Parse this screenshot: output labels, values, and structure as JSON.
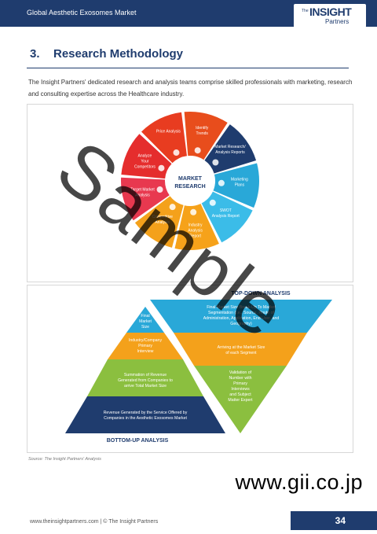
{
  "header": {
    "title": "Global Aesthetic Exosomes Market"
  },
  "logo": {
    "the": "The",
    "insight": "INSIGHT",
    "partners": "Partners"
  },
  "section": {
    "number": "3.",
    "title": "Research Methodology"
  },
  "intro": "The Insight Partners' dedicated research and analysis teams comprise skilled professionals with marketing, research and consulting expertise across the Healthcare industry.",
  "wheel": {
    "center_line1": "MARKET",
    "center_line2": "RESEARCH",
    "segments": [
      {
        "l1": "Identify",
        "l2": "Trends",
        "l3": "",
        "color": "#e84d1c"
      },
      {
        "l1": "Market Research/",
        "l2": "Analysis Reports",
        "l3": "",
        "color": "#1f3c6e"
      },
      {
        "l1": "Marketing",
        "l2": "Plans",
        "l3": "",
        "color": "#29a8d8"
      },
      {
        "l1": "SWOT",
        "l2": "Analysis Report",
        "l3": "",
        "color": "#3bbce8"
      },
      {
        "l1": "Industry",
        "l2": "Analysis",
        "l3": "Report",
        "color": "#f6a21a"
      },
      {
        "l1": "Competitive",
        "l2": "Analysis",
        "l3": "",
        "color": "#f4a11b"
      },
      {
        "l1": "Target Market",
        "l2": "Analysis",
        "l3": "",
        "color": "#e8384f"
      },
      {
        "l1": "Analyze",
        "l2": "Your",
        "l3": "Competitors",
        "color": "#e52d2d"
      },
      {
        "l1": "Price Analysis",
        "l2": "",
        "l3": "",
        "color": "#e83c20"
      }
    ]
  },
  "pyramid": {
    "top_down_label": "TOP-DOWN ANALYSIS",
    "bottom_up_label": "BOTTOM-UP ANALYSIS",
    "left": [
      {
        "l1": "Final",
        "l2": "Market",
        "l3": "Size"
      },
      {
        "l1": "Industry/Company",
        "l2": "Primary",
        "l3": "Interview"
      },
      {
        "l1": "Summation of Revenue",
        "l2": "Generated from Companies to",
        "l3": "arrive Total Market Size"
      },
      {
        "l1": "Revenue Generated by the Service Offered by",
        "l2": "Companies in the Aesthetic Exosomes Market",
        "l3": ""
      }
    ],
    "right": [
      {
        "l1": "Final Market Size Break-Up To Market",
        "l2": "Segmentation (i.e., Source, Route of",
        "l3": "Administration, Application, End User, and",
        "l4": "Geography)"
      },
      {
        "l1": "Arriving at the Market Size",
        "l2": "of each Segment",
        "l3": "",
        "l4": ""
      },
      {
        "l1": "Validation of",
        "l2": "Number with",
        "l3": "Primary",
        "l4": "Interviews"
      },
      {
        "l1": "and Subject",
        "l2": "Matter Expert",
        "l3": "",
        "l4": ""
      }
    ]
  },
  "source": "Source: The Insight Partners' Analysis",
  "watermark": "Sample",
  "gii": "www.gii.co.jp",
  "footer": "www.theinsightpartners.com  |  © The Insight Partners",
  "page_number": "34",
  "colors": {
    "navy": "#1f3c6e",
    "orange": "#f4a11b",
    "green": "#8bbf3f",
    "blue": "#29a8d8"
  }
}
